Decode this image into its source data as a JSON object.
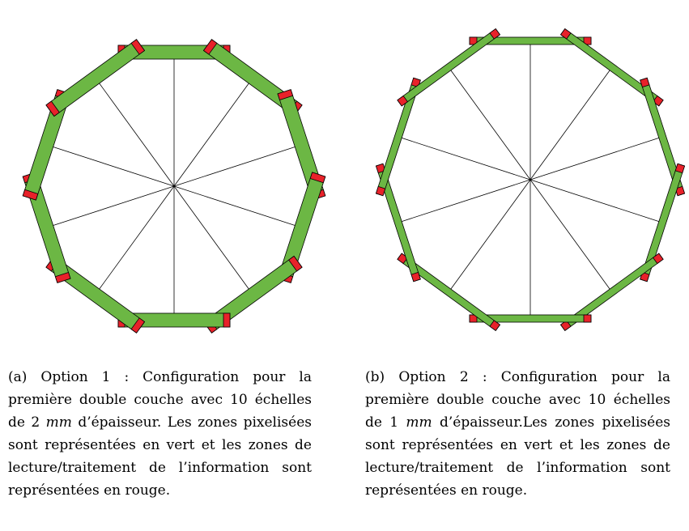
{
  "diagrams": [
    {
      "id": "a",
      "option": "Option 1",
      "ladder_count": 10,
      "thickness": "2",
      "unit": "mm",
      "pixel_zone_color": "#6cb744",
      "readout_zone_color": "#e8222a"
    },
    {
      "id": "b",
      "option": "Option 2",
      "ladder_count": 10,
      "thickness": "1",
      "unit": "mm",
      "pixel_zone_color": "#6cb744",
      "readout_zone_color": "#e8222a"
    }
  ],
  "captions": {
    "a": {
      "before_unit": "(a) Option 1 : Configuration pour la première double couche avec 10 échelles de 2 ",
      "unit": "mm",
      "after_unit": " d’épaisseur. Les zones pixelisées sont représentées en vert et les zones de lecture/traitement de l’information sont représentées en rouge."
    },
    "b": {
      "before_unit": "(b) Option 2 : Configuration pour la première double couche avec 10 échelles de 1 ",
      "unit": "mm",
      "after_unit": " d’épaisseur.Les zones pixelisées sont représentées en vert et les zones de lecture/traitement de l’information sont représentées en rouge."
    }
  }
}
